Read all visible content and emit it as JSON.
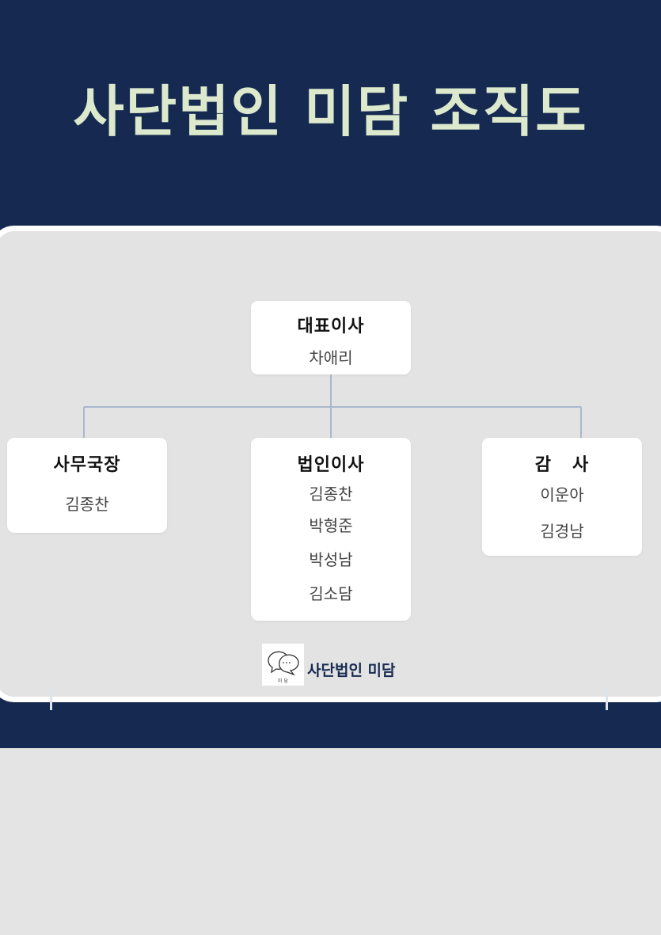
{
  "title": "사단법인 미담 조직도",
  "org": {
    "ceo": {
      "role": "대표이사",
      "members": [
        "차애리"
      ]
    },
    "general_manager": {
      "role": "사무국장",
      "members": [
        "김종찬"
      ]
    },
    "directors": {
      "role": "법인이사",
      "members": [
        "김종찬",
        "박형준",
        "박성남",
        "김소담"
      ]
    },
    "auditors": {
      "role": "감   사",
      "members": [
        "이운아",
        "김경남"
      ]
    }
  },
  "footer": {
    "org_name": "사단법인 미담",
    "logo_caption": "미 담"
  },
  "colors": {
    "navy": "#162a51",
    "title_text": "#dce9cc",
    "connector": "#a9b8cc",
    "board": "#e3e3e3",
    "card": "#ffffff"
  }
}
